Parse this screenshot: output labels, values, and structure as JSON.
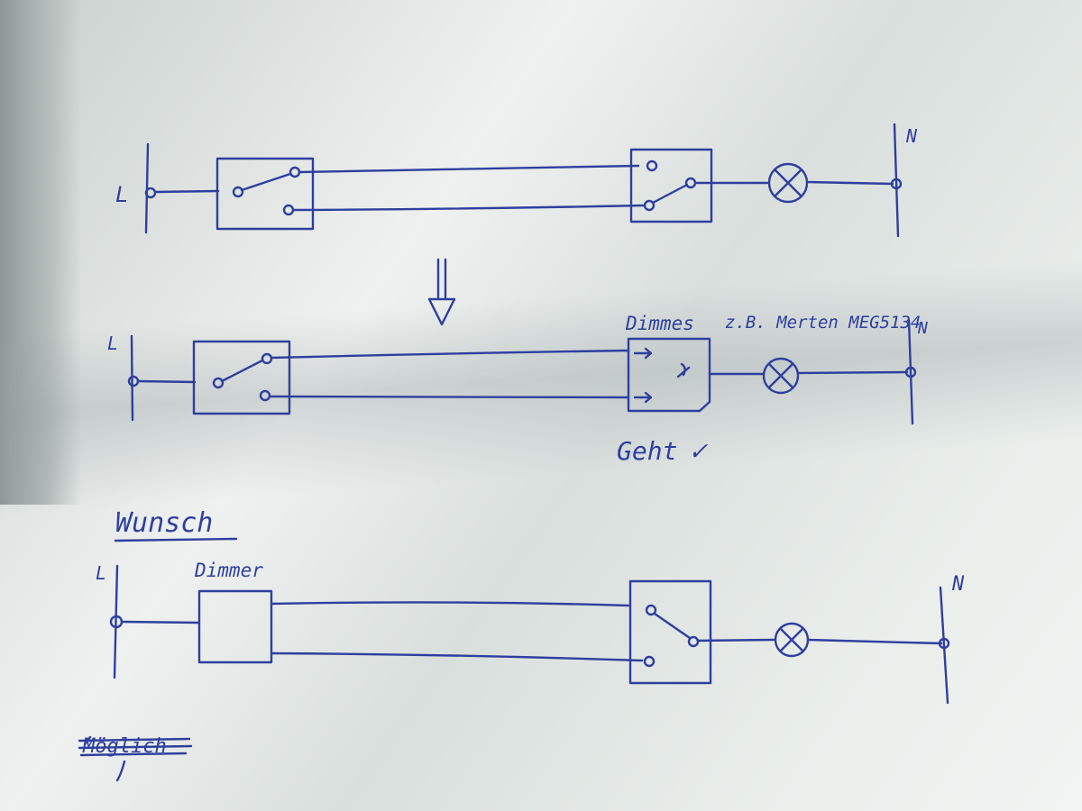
{
  "circuits": {
    "top": {
      "live_label": "L",
      "neutral_label": "N"
    },
    "middle": {
      "live_label": "L",
      "neutral_label": "N",
      "dimmer_label": "Dimmes",
      "product_note": "z.B. Merten MEG5134",
      "result_text": "Geht",
      "result_mark": "✓"
    },
    "bottom": {
      "heading": "Wunsch",
      "live_label": "L",
      "neutral_label": "N",
      "dimmer_label": "Dimmer"
    }
  },
  "footer": {
    "struck_word": "Möglich"
  },
  "colors": {
    "ink": "#2f3f9e",
    "paper": "#e8ecea"
  }
}
